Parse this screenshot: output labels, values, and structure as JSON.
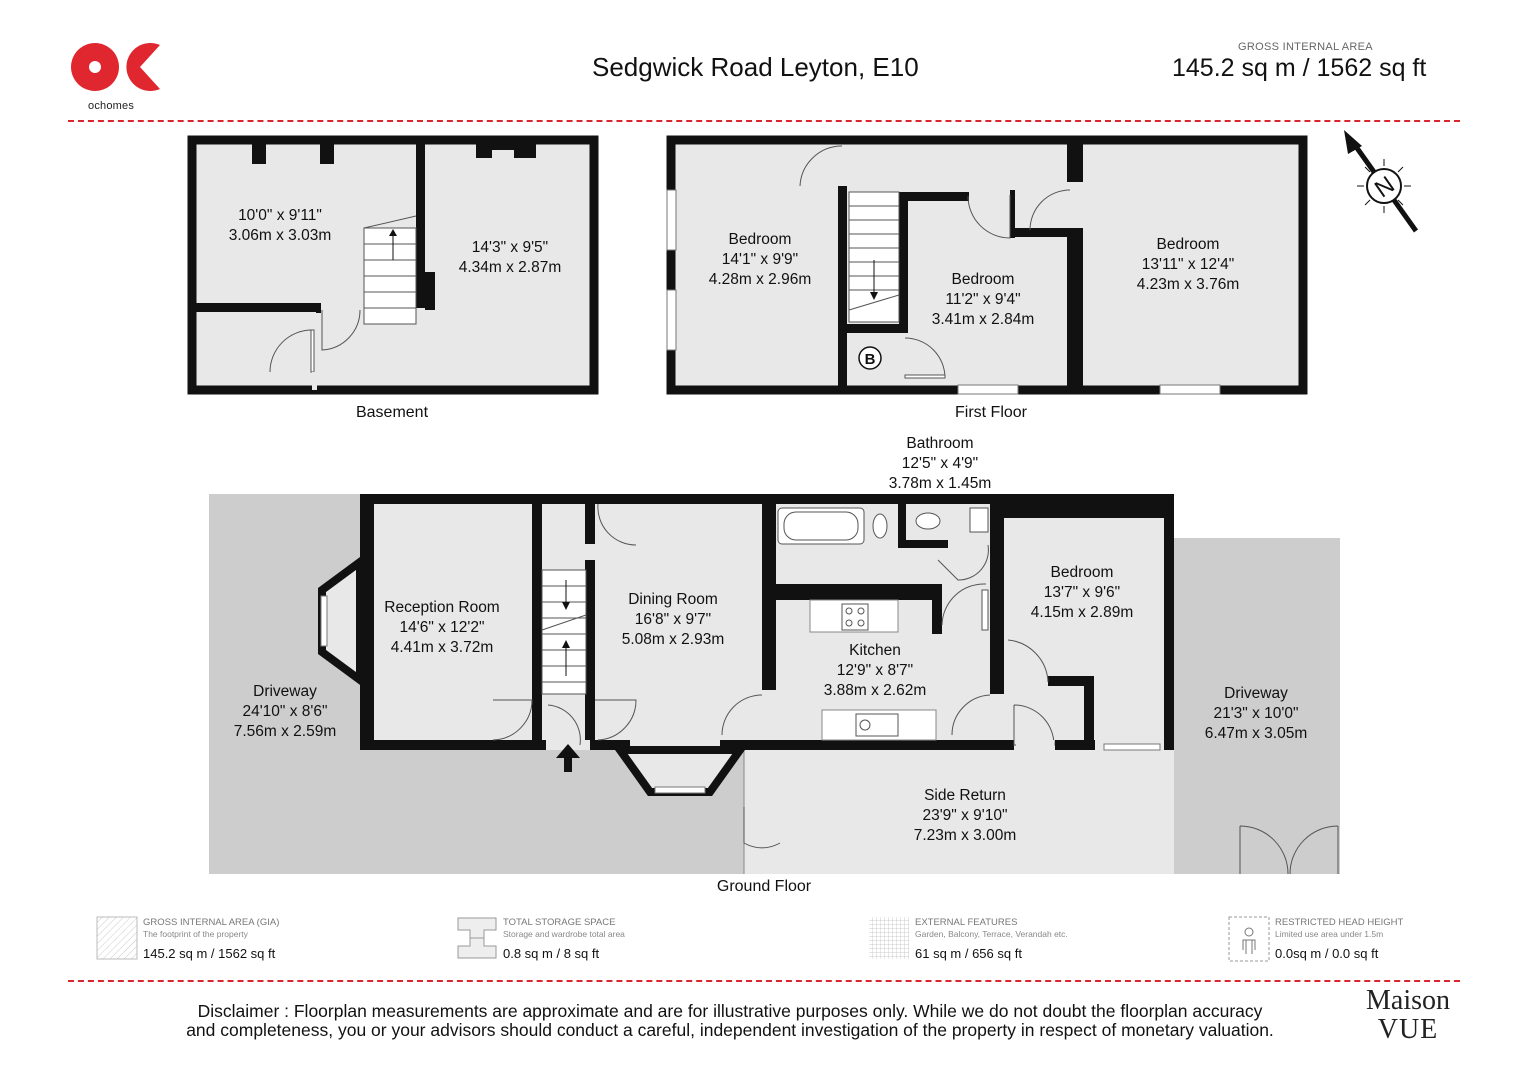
{
  "brand": {
    "name": "ochomes",
    "color": "#e0262f"
  },
  "header": {
    "address": "Sedgwick Road Leyton, E10",
    "gia_label": "GROSS INTERNAL AREA",
    "gia_value": "145.2 sq m / 1562 sq ft"
  },
  "floors": {
    "basement": {
      "label": "Basement",
      "rooms": [
        {
          "name": "",
          "imperial": "10'0\" x 9'11\"",
          "metric": "3.06m x 3.03m"
        },
        {
          "name": "",
          "imperial": "14'3\" x 9'5\"",
          "metric": "4.34m x 2.87m"
        }
      ]
    },
    "first": {
      "label": "First Floor",
      "rooms": [
        {
          "name": "Bedroom",
          "imperial": "14'1\" x 9'9\"",
          "metric": "4.28m x 2.96m"
        },
        {
          "name": "Bedroom",
          "imperial": "11'2\" x 9'4\"",
          "metric": "3.41m x 2.84m"
        },
        {
          "name": "Bedroom",
          "imperial": "13'11\" x 12'4\"",
          "metric": "4.23m x 3.76m"
        }
      ],
      "boiler_label": "B"
    },
    "ground": {
      "label": "Ground Floor",
      "rooms": [
        {
          "name": "Reception Room",
          "imperial": "14'6\" x 12'2\"",
          "metric": "4.41m x 3.72m"
        },
        {
          "name": "Dining Room",
          "imperial": "16'8\" x 9'7\"",
          "metric": "5.08m x 2.93m"
        },
        {
          "name": "Bathroom",
          "imperial": "12'5\" x 4'9\"",
          "metric": "3.78m x 1.45m"
        },
        {
          "name": "Kitchen",
          "imperial": "12'9\" x 8'7\"",
          "metric": "3.88m x 2.62m"
        },
        {
          "name": "Bedroom",
          "imperial": "13'7\" x 9'6\"",
          "metric": "4.15m x 2.89m"
        },
        {
          "name": "Driveway",
          "imperial": "24'10\" x 8'6\"",
          "metric": "7.56m x 2.59m"
        },
        {
          "name": "Driveway",
          "imperial": "21'3\" x 10'0\"",
          "metric": "6.47m x 3.05m"
        },
        {
          "name": "Side Return",
          "imperial": "23'9\" x 9'10\"",
          "metric": "7.23m x 3.00m"
        }
      ]
    }
  },
  "compass": {
    "label": "N",
    "icon": "compass-north-icon"
  },
  "legend": [
    {
      "title": "GROSS INTERNAL AREA (GIA)",
      "subtitle": "The footprint of the property",
      "value": "145.2 sq m / 1562 sq ft",
      "icon": "hatch-icon"
    },
    {
      "title": "TOTAL STORAGE SPACE",
      "subtitle": "Storage and wardrobe total area",
      "value": "0.8 sq m / 8 sq ft",
      "icon": "storage-icon"
    },
    {
      "title": "EXTERNAL FEATURES",
      "subtitle": "Garden, Balcony, Terrace, Verandah etc.",
      "value": "61 sq m / 656 sq ft",
      "icon": "grid-icon"
    },
    {
      "title": "RESTRICTED HEAD HEIGHT",
      "subtitle": "Limited use area under 1.5m",
      "value": "0.0sq m / 0.0 sq ft",
      "icon": "person-icon"
    }
  ],
  "disclaimer": {
    "line1": "Disclaimer : Floorplan measurements are approximate and are for illustrative purposes only. While we do not doubt the floorplan accuracy",
    "line2": "and completeness, you or your advisors should conduct a careful, independent investigation of the property in respect of monetary valuation."
  },
  "footer_brand": {
    "line1": "Maison",
    "line2": "VUE"
  },
  "colors": {
    "wall": "#111111",
    "room_fill": "#e8e8e8",
    "exterior_fill": "#cdcdcd",
    "accent": "#d9262e"
  }
}
